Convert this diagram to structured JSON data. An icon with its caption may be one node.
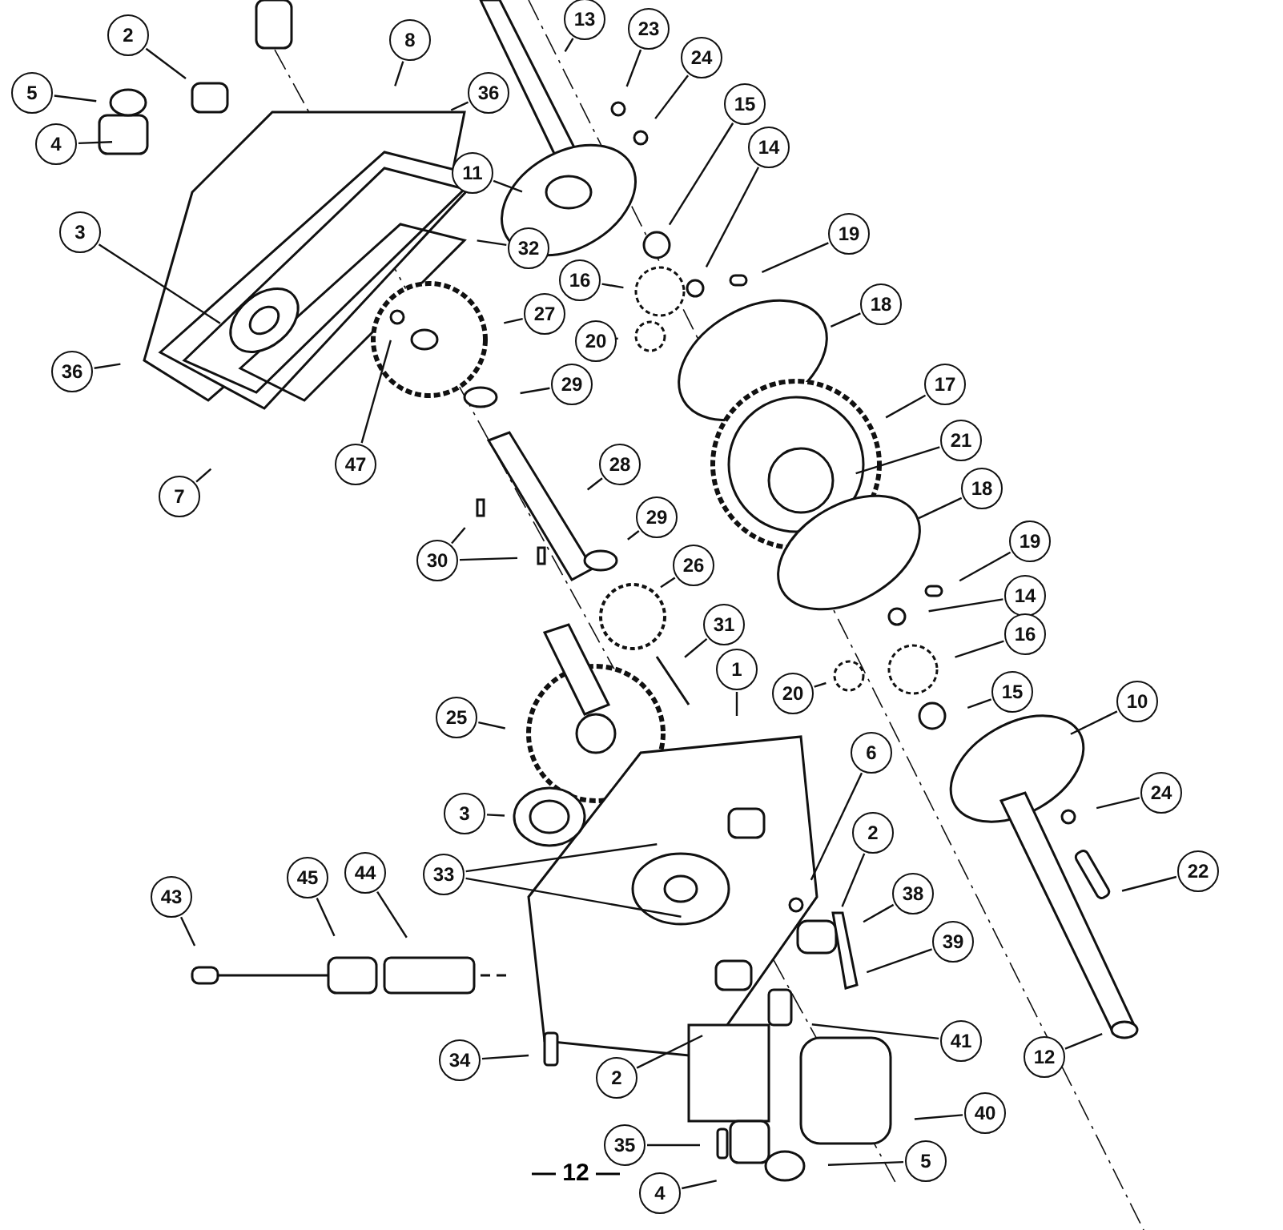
{
  "diagram": {
    "nodes": [
      {
        "text": [
          "2"
        ]
      },
      {
        "text": [
          "5"
        ]
      },
      {
        "text": [
          "4"
        ]
      },
      {
        "text": [
          "8"
        ]
      },
      {
        "text": [
          "36"
        ]
      },
      {
        "text": [
          "13"
        ]
      },
      {
        "text": [
          "23"
        ]
      },
      {
        "text": [
          "24"
        ]
      },
      {
        "text": [
          "11"
        ]
      },
      {
        "text": [
          "15"
        ]
      },
      {
        "text": [
          "14"
        ]
      },
      {
        "text": [
          "3"
        ]
      },
      {
        "text": [
          "32"
        ]
      },
      {
        "text": [
          "16"
        ]
      },
      {
        "text": [
          "19"
        ]
      },
      {
        "text": [
          "27"
        ]
      },
      {
        "text": [
          "20"
        ]
      },
      {
        "text": [
          "18"
        ]
      },
      {
        "text": [
          "36"
        ]
      },
      {
        "text": [
          "29"
        ]
      },
      {
        "text": [
          "47"
        ]
      },
      {
        "text": [
          "17"
        ]
      },
      {
        "text": [
          "21"
        ]
      },
      {
        "text": [
          "7"
        ]
      },
      {
        "text": [
          "28"
        ]
      },
      {
        "text": [
          "18"
        ]
      },
      {
        "text": [
          "30"
        ]
      },
      {
        "text": [
          "29"
        ]
      },
      {
        "text": [
          "19"
        ]
      },
      {
        "text": [
          "26"
        ]
      },
      {
        "text": [
          "14"
        ]
      },
      {
        "text": [
          "31"
        ]
      },
      {
        "text": [
          "16"
        ]
      },
      {
        "text": [
          "1"
        ]
      },
      {
        "text": [
          "20"
        ]
      },
      {
        "text": [
          "15"
        ]
      },
      {
        "text": [
          "10"
        ]
      },
      {
        "text": [
          "25"
        ]
      },
      {
        "text": [
          "3"
        ]
      },
      {
        "text": [
          "6"
        ]
      },
      {
        "text": [
          "24"
        ]
      },
      {
        "text": [
          "33"
        ]
      },
      {
        "text": [
          "2"
        ]
      },
      {
        "text": [
          "22"
        ]
      },
      {
        "text": [
          "38"
        ]
      },
      {
        "text": [
          "43"
        ]
      },
      {
        "text": [
          "45"
        ]
      },
      {
        "text": [
          "44"
        ]
      },
      {
        "text": [
          "39"
        ]
      },
      {
        "text": [
          "41"
        ]
      },
      {
        "text": [
          "34"
        ]
      },
      {
        "text": [
          "2"
        ]
      },
      {
        "text": [
          "12"
        ]
      },
      {
        "text": [
          "40"
        ]
      },
      {
        "text": [
          "35"
        ]
      },
      {
        "text": [
          "4"
        ]
      },
      {
        "text": [
          "5"
        ]
      }
    ],
    "edges": [
      {
        "from": 0,
        "to": null,
        "arrow": "none"
      },
      {
        "from": 1,
        "to": null,
        "arrow": "none"
      },
      {
        "from": 2,
        "to": null,
        "arrow": "none"
      },
      {
        "from": 3,
        "to": null,
        "arrow": "none"
      },
      {
        "from": 4,
        "to": null,
        "arrow": "none"
      },
      {
        "from": 5,
        "to": null,
        "arrow": "none"
      },
      {
        "from": 6,
        "to": null,
        "arrow": "none"
      },
      {
        "from": 7,
        "to": null,
        "arrow": "none"
      },
      {
        "from": 8,
        "to": null,
        "arrow": "none"
      },
      {
        "from": 9,
        "to": null,
        "arrow": "none"
      },
      {
        "from": 10,
        "to": null,
        "arrow": "none"
      },
      {
        "from": 11,
        "to": null,
        "arrow": "none"
      },
      {
        "from": 12,
        "to": null,
        "arrow": "none"
      },
      {
        "from": 13,
        "to": null,
        "arrow": "none"
      },
      {
        "from": 14,
        "to": null,
        "arrow": "none"
      },
      {
        "from": 15,
        "to": null,
        "arrow": "none"
      },
      {
        "from": 16,
        "to": null,
        "arrow": "none"
      },
      {
        "from": 17,
        "to": null,
        "arrow": "none"
      },
      {
        "from": 18,
        "to": null,
        "arrow": "none"
      },
      {
        "from": 19,
        "to": null,
        "arrow": "none"
      },
      {
        "from": 20,
        "to": null,
        "arrow": "none"
      },
      {
        "from": 21,
        "to": null,
        "arrow": "none"
      },
      {
        "from": 22,
        "to": null,
        "arrow": "none"
      },
      {
        "from": 23,
        "to": null,
        "arrow": "none"
      },
      {
        "from": 24,
        "to": null,
        "arrow": "none"
      },
      {
        "from": 25,
        "to": null,
        "arrow": "none"
      },
      {
        "from": 26,
        "to": null,
        "arrow": "none"
      },
      {
        "from": 26,
        "to": null,
        "arrow": "none"
      },
      {
        "from": 27,
        "to": null,
        "arrow": "none"
      },
      {
        "from": 28,
        "to": null,
        "arrow": "none"
      },
      {
        "from": 29,
        "to": null,
        "arrow": "none"
      },
      {
        "from": 30,
        "to": null,
        "arrow": "none"
      },
      {
        "from": 31,
        "to": null,
        "arrow": "none"
      },
      {
        "from": 32,
        "to": null,
        "arrow": "none"
      },
      {
        "from": 33,
        "to": null,
        "arrow": "none"
      },
      {
        "from": 34,
        "to": null,
        "arrow": "none"
      },
      {
        "from": 35,
        "to": null,
        "arrow": "none"
      },
      {
        "from": 36,
        "to": null,
        "arrow": "none"
      },
      {
        "from": 37,
        "to": null,
        "arrow": "none"
      },
      {
        "from": 38,
        "to": null,
        "arrow": "none"
      },
      {
        "from": 39,
        "to": null,
        "arrow": "none"
      },
      {
        "from": 40,
        "to": null,
        "arrow": "none"
      },
      {
        "from": 41,
        "to": null,
        "arrow": "none"
      },
      {
        "from": 41,
        "to": null,
        "arrow": "none"
      },
      {
        "from": 42,
        "to": null,
        "arrow": "none"
      },
      {
        "from": 43,
        "to": null,
        "arrow": "none"
      },
      {
        "from": 44,
        "to": null,
        "arrow": "none"
      },
      {
        "from": 45,
        "to": null,
        "arrow": "none"
      },
      {
        "from": 46,
        "to": null,
        "arrow": "none"
      },
      {
        "from": 47,
        "to": null,
        "arrow": "none"
      },
      {
        "from": 48,
        "to": null,
        "arrow": "none"
      },
      {
        "from": 49,
        "to": null,
        "arrow": "none"
      },
      {
        "from": 50,
        "to": null,
        "arrow": "none"
      },
      {
        "from": 51,
        "to": null,
        "arrow": "none"
      },
      {
        "from": 52,
        "to": null,
        "arrow": "none"
      },
      {
        "from": 53,
        "to": null,
        "arrow": "none"
      },
      {
        "from": 54,
        "to": null,
        "arrow": "none"
      },
      {
        "from": 55,
        "to": null,
        "arrow": "none"
      },
      {
        "from": 56,
        "to": null,
        "arrow": "none"
      }
    ],
    "labels": [
      "— 12 —"
    ]
  }
}
